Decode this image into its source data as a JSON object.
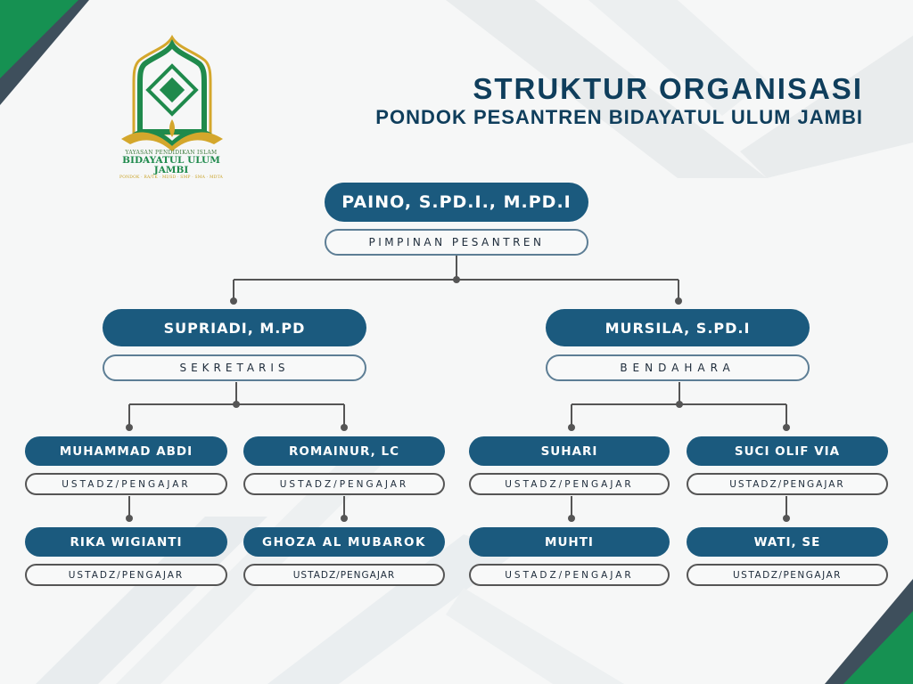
{
  "header": {
    "title": "STRUKTUR ORGANISASI",
    "subtitle": "PONDOK PESANTREN BIDAYATUL ULUM JAMBI"
  },
  "logo": {
    "line1": "YAYASAN PENDIDIKAN ISLAM",
    "line2": "BIDAYATUL ULUM JAMBI",
    "line3": "PONDOK · RA/TK · MI/SD · SMP · SMA · MDTA",
    "colors": {
      "green": "#1f8a4c",
      "gold": "#d4a72c"
    }
  },
  "colors": {
    "name_fill": "#1b5a7e",
    "title_text": "#0f3e5c",
    "corner_green": "#169152",
    "corner_slate": "#3e4f5c",
    "connector": "#555555"
  },
  "org": {
    "leader": {
      "name": "PAINO, S.PD.I., M.PD.I",
      "role": "PIMPINAN PESANTREN"
    },
    "secretary": {
      "name": "SUPRIADI, M.PD",
      "role": "SEKRETARIS"
    },
    "treasurer": {
      "name": "MURSILA, S.PD.I",
      "role": "BENDAHARA"
    },
    "staff": [
      {
        "name": "MUHAMMAD ABDI",
        "role": "USTADZ/PENGAJAR"
      },
      {
        "name": "ROMAINUR, LC",
        "role": "USTADZ/PENGAJAR"
      },
      {
        "name": "SUHARI",
        "role": "USTADZ/PENGAJAR"
      },
      {
        "name": "SUCI OLIF VIA",
        "role": "USTADZ/PENGAJAR"
      },
      {
        "name": "RIKA WIGIANTI",
        "role": "USTADZ/PENGAJAR"
      },
      {
        "name": "GHOZA AL MUBAROK",
        "role": "USTADZ/PENGAJAR"
      },
      {
        "name": "MUHTI",
        "role": "USTADZ/PENGAJAR"
      },
      {
        "name": "WATI, SE",
        "role": "USTADZ/PENGAJAR"
      }
    ]
  }
}
